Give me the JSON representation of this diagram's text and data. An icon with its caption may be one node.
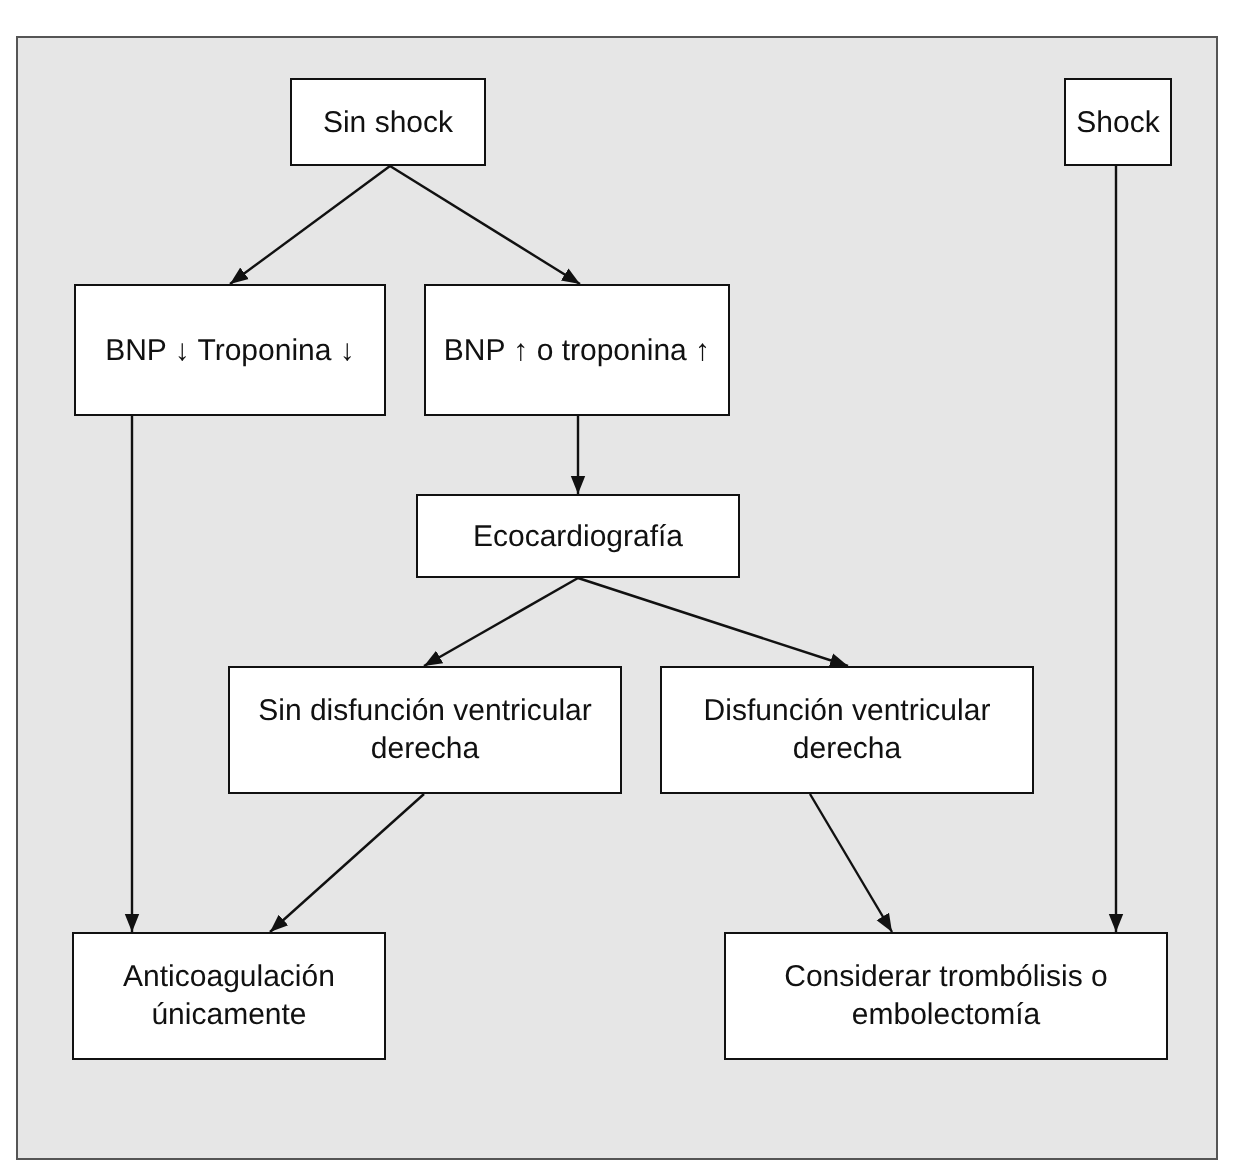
{
  "diagram": {
    "nodes": [
      {
        "text": [
          "Sin shock"
        ]
      },
      {
        "text": [
          "Shock"
        ]
      },
      {
        "text": [
          "BNP ↓ Troponina ↓"
        ]
      },
      {
        "text": [
          "BNP ↑ o troponina ↑"
        ]
      },
      {
        "text": [
          "Ecocardiografía"
        ]
      },
      {
        "text": [
          "Sin disfunción ventricular derecha"
        ]
      },
      {
        "text": [
          "Disfunción ventricular derecha"
        ]
      },
      {
        "text": [
          "Anticoagulación únicamente"
        ]
      },
      {
        "text": [
          "Considerar trombólisis o embolectomía"
        ]
      }
    ],
    "edges": [
      {
        "from": 0,
        "to": 2,
        "arrow": "to"
      },
      {
        "from": 0,
        "to": 3,
        "arrow": "to"
      },
      {
        "from": 3,
        "to": 4,
        "arrow": "to"
      },
      {
        "from": 4,
        "to": 5,
        "arrow": "to"
      },
      {
        "from": 4,
        "to": 6,
        "arrow": "to"
      },
      {
        "from": 2,
        "to": 7,
        "arrow": "to"
      },
      {
        "from": 5,
        "to": 7,
        "arrow": "to"
      },
      {
        "from": 6,
        "to": 8,
        "arrow": "to"
      },
      {
        "from": 1,
        "to": 8,
        "arrow": "to"
      }
    ]
  }
}
